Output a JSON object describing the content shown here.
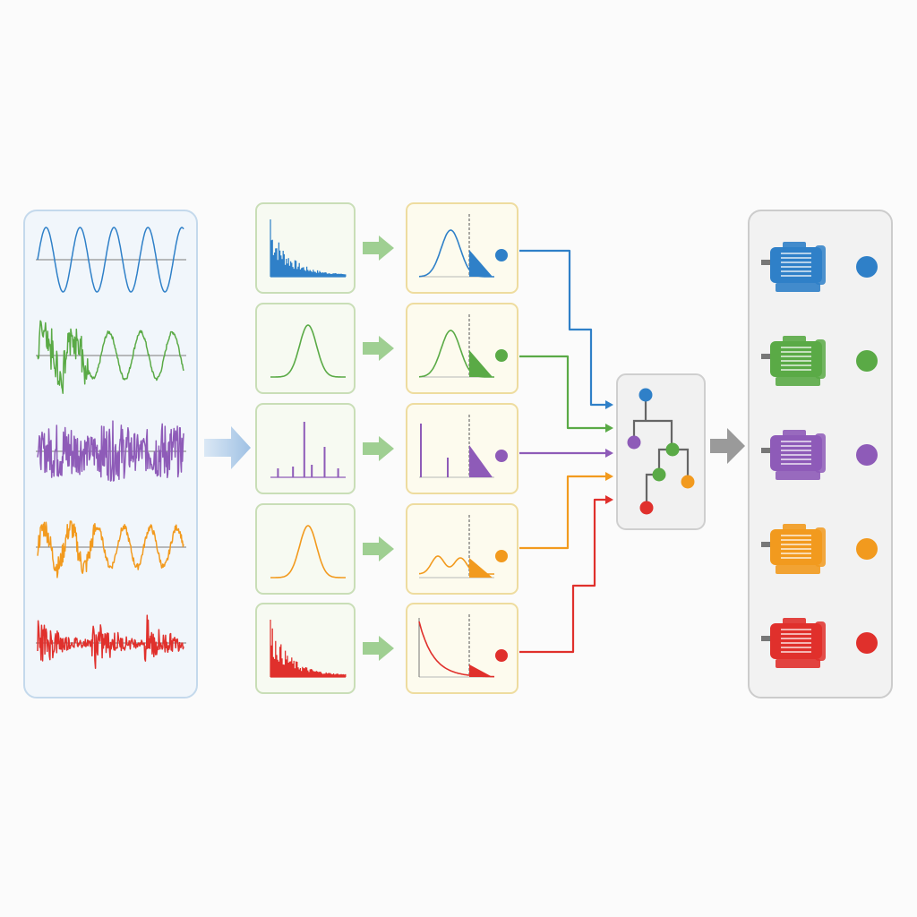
{
  "colors": {
    "blue": "#2f80c8",
    "green": "#5aaa46",
    "purple": "#8e5bb8",
    "orange": "#f29a1e",
    "red": "#e0302c",
    "signal_panel_fill": "#f1f6fb",
    "signal_panel_border": "#c4d9ec",
    "spectrum_box_fill": "#f7faf2",
    "spectrum_box_border": "#c9deb7",
    "feature_box_fill": "#fdfbee",
    "feature_box_border": "#eedc9f",
    "classifier_fill": "#f1f1f1",
    "classifier_border": "#cfcfcf",
    "output_panel_fill": "#f2f2f2",
    "output_panel_border": "#cccccc",
    "small_arrow": "#9fcf92",
    "big_arrow": "#b7d1ea",
    "gray_arrow": "#9a9a9a"
  },
  "rows": [
    {
      "id": "row-1",
      "color_key": "blue",
      "signal": "sine",
      "spectrum": "decay-histogram",
      "feature": "bell-tail",
      "motor_state": "normal",
      "motor_icon": "motor-icon"
    },
    {
      "id": "row-2",
      "color_key": "green",
      "signal": "burst-sine",
      "spectrum": "bell",
      "feature": "bell-tail",
      "motor_state": "fault-a",
      "motor_icon": "motor-icon"
    },
    {
      "id": "row-3",
      "color_key": "purple",
      "signal": "dense-noise",
      "spectrum": "sparse-peaks",
      "feature": "peaks-tail",
      "motor_state": "fault-b",
      "motor_icon": "motor-icon"
    },
    {
      "id": "row-4",
      "color_key": "orange",
      "signal": "mixed-wave",
      "spectrum": "bell",
      "feature": "double-hump-tail",
      "motor_state": "fault-c",
      "motor_icon": "motor-icon"
    },
    {
      "id": "row-5",
      "color_key": "red",
      "signal": "impulsive-noise",
      "spectrum": "decay-histogram",
      "feature": "exp-decay-tail",
      "motor_state": "fault-d",
      "motor_icon": "motor-icon"
    }
  ],
  "classifier": {
    "icon": "decision-tree-icon"
  },
  "icons": [
    "right-arrow-icon",
    "decision-tree-icon",
    "motor-icon",
    "status-dot-icon"
  ]
}
